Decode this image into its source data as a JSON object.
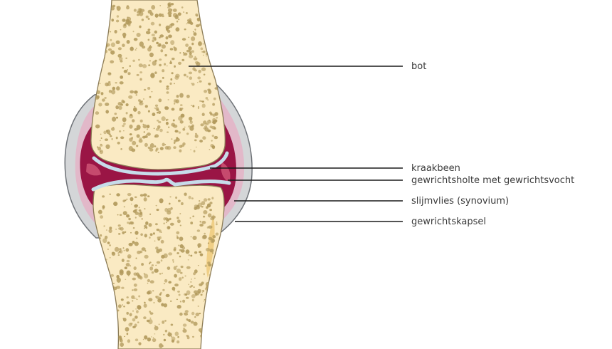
{
  "diagram": {
    "labels": {
      "bone": "bot",
      "cartilage": "kraakbeen",
      "joint_cavity": "gewrichtsholte met gewrichtsvocht",
      "synovium": "slijmvlies (synovium)",
      "capsule": "gewrichtskapsel"
    },
    "colors": {
      "bone": "#faeac3",
      "bone_pore": "#b29a5c",
      "bone_outline": "#8a7a55",
      "cartilage": "#c7dcea",
      "synovial_fluid": "#9a1545",
      "synovial_fluid_highlight": "#c64a6e",
      "synovium": "#e2b8c9",
      "capsule": "#d4d6d8",
      "capsule_outline": "#6e7277",
      "leader_line": "#1a1a1a",
      "label_text": "#3a3a3a"
    }
  }
}
